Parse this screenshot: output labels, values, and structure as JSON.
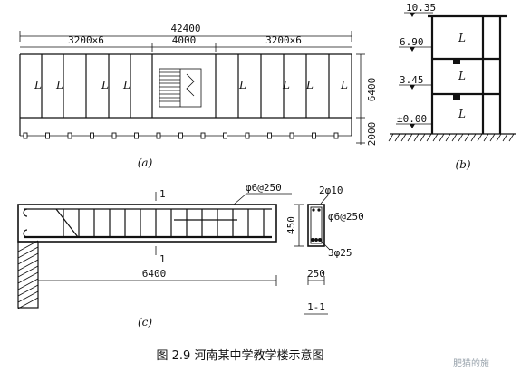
{
  "plan": {
    "total_width": "42400",
    "bay_left": "3200×6",
    "bay_mid": "4000",
    "bay_right": "3200×6",
    "depth": "6400",
    "corridor": "2000",
    "marker": "L",
    "tag": "(a)"
  },
  "section": {
    "levels": [
      "10.35",
      "6.90",
      "3.45",
      "±0.00"
    ],
    "marker": "L",
    "tag": "(b)"
  },
  "beam": {
    "cut_mark": "1",
    "stirrup_label": "φ6@250",
    "span": "6400",
    "tag": "(c)"
  },
  "cross_section": {
    "top_bars": "2φ10",
    "stirrup_label": "φ6@250",
    "bottom_bars": "3φ25",
    "height": "450",
    "width": "250",
    "title": "1-1"
  },
  "caption": "图 2.9 河南某中学教学楼示意图",
  "watermark": "肥猫的施"
}
